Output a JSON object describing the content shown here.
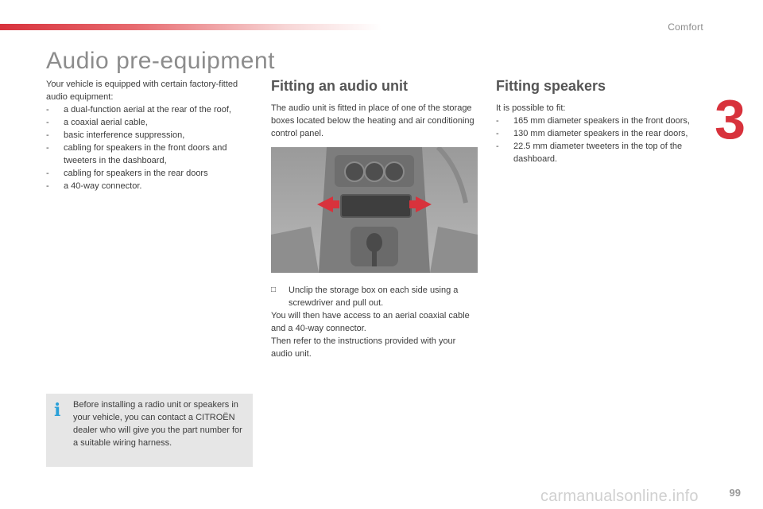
{
  "header": {
    "section": "Comfort",
    "chapter_number": "3",
    "accent_color": "#d8323c"
  },
  "title": "Audio pre-equipment",
  "intro": {
    "text": "Your vehicle is equipped with certain factory-fitted audio equipment:",
    "items": [
      "a dual-function aerial at the rear of the roof,",
      "a coaxial aerial cable,",
      "basic interference suppression,",
      "cabling for speakers in the front doors and tweeters in the dashboard,",
      "cabling for speakers in the rear doors",
      "a 40-way connector."
    ]
  },
  "fitting_audio_unit": {
    "heading": "Fitting an audio unit",
    "text": "The audio unit is fitted in place of one of the storage boxes located below the heating and air conditioning control panel.",
    "step": "Unclip the storage box on each side using a screwdriver and pull out.",
    "after": [
      "You will then have access to an aerial coaxial cable and a 40-way connector.",
      "Then refer to the instructions provided with your audio unit."
    ]
  },
  "fitting_speakers": {
    "heading": "Fitting speakers",
    "text": "It is possible to fit:",
    "items": [
      "165 mm diameter speakers in the front doors,",
      "130 mm diameter speakers in the rear doors,",
      "22.5 mm diameter tweeters in the top of the dashboard."
    ]
  },
  "info": {
    "icon": "info-icon",
    "text": "Before installing a radio unit or speakers in your vehicle, you can contact a CITROËN dealer who will give you the part number for a suitable wiring harness."
  },
  "page_number": "99",
  "watermark": "carmanualsonline.info"
}
